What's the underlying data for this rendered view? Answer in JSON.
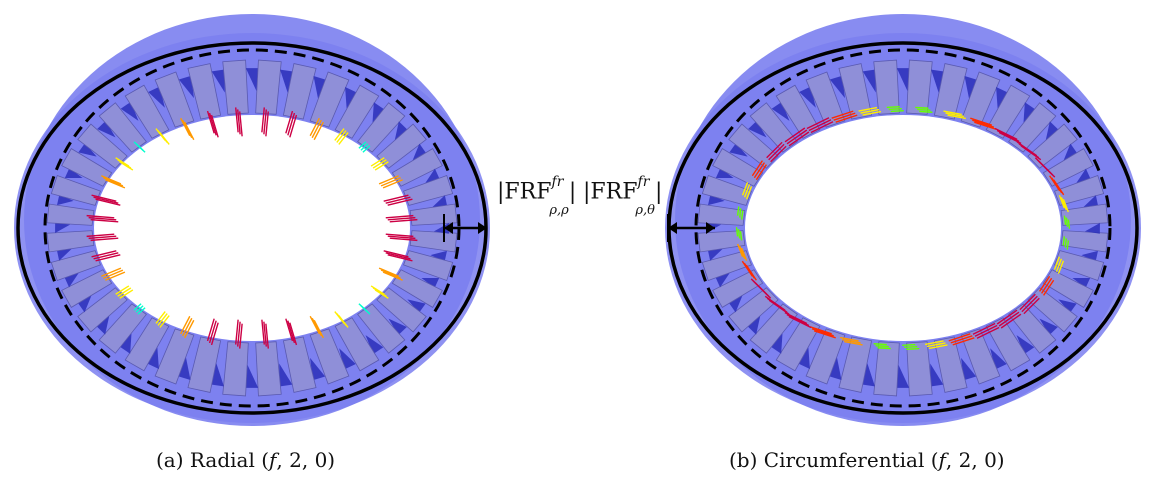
{
  "panels": [
    {
      "id": "a",
      "caption_prefix": "(a) Radial (",
      "caption_var": "f",
      "caption_suffix": ", 2, 0)",
      "arrow_style": "radial"
    },
    {
      "id": "b",
      "caption_prefix": "(b) Circumferential (",
      "caption_var": "f",
      "caption_suffix": ", 2, 0)",
      "arrow_style": "circumferential"
    }
  ],
  "labels": {
    "frf_radial": {
      "prefix": "|FRF",
      "sup": "fr",
      "sub": "ρ,ρ",
      "suffix": "|"
    },
    "frf_circ": {
      "prefix": "|FRF",
      "sup": "fr",
      "sub": "ρ,θ",
      "suffix": "|"
    }
  },
  "colors": {
    "stator_fill": "#7b7ff0",
    "tooth_fill": "#8f8fd8",
    "tooth_dark": "#2a2fb8",
    "outline": "#000000",
    "arrow_scale": [
      "#cc0044",
      "#ff2a00",
      "#ff9900",
      "#ffee00",
      "#66ff00",
      "#00ffcc",
      "#0099ff"
    ]
  },
  "stator": {
    "teeth": 36
  }
}
